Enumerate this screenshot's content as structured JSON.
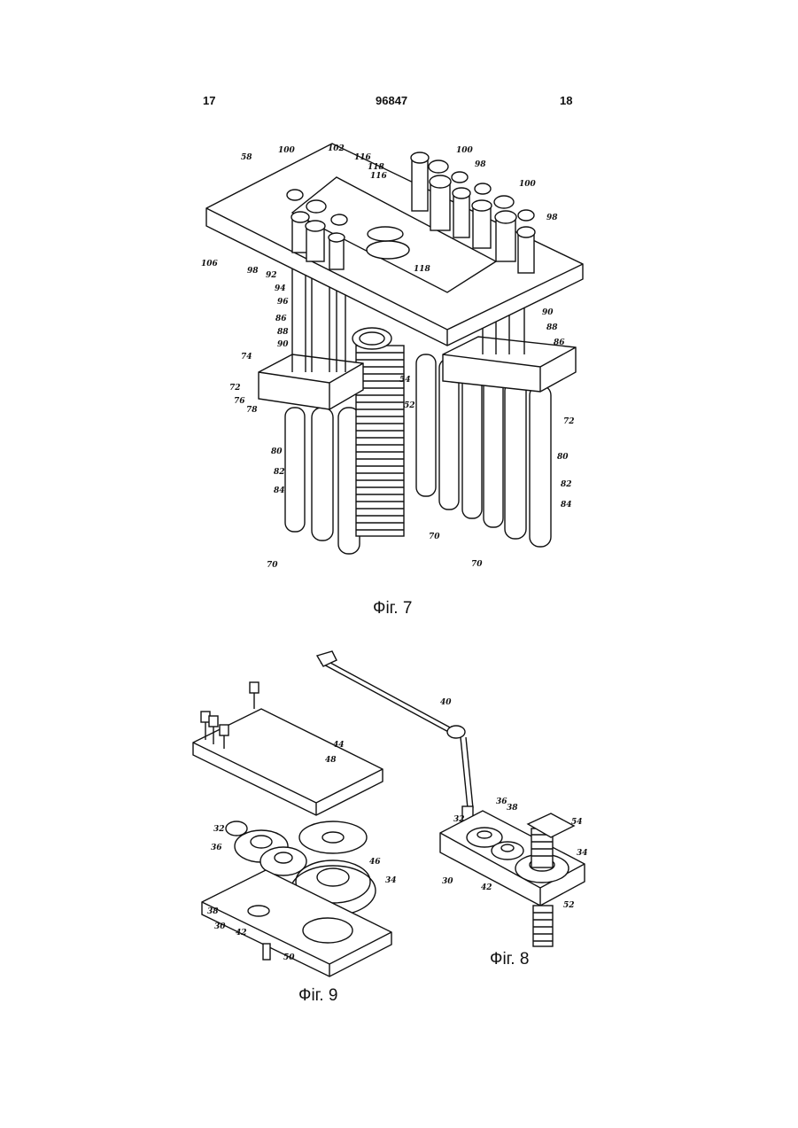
{
  "header": {
    "page_left": "17",
    "patent_number": "96847",
    "page_right": "18"
  },
  "figures": {
    "fig7": {
      "caption": "Фіг. 7",
      "labels": [
        "58",
        "100",
        "102",
        "116",
        "118",
        "116",
        "100",
        "98",
        "100",
        "98",
        "106",
        "98",
        "92",
        "94",
        "96",
        "118",
        "90",
        "86",
        "88",
        "90",
        "74",
        "72",
        "76",
        "78",
        "54",
        "52",
        "88",
        "86",
        "72",
        "80",
        "82",
        "84",
        "80",
        "82",
        "84",
        "70",
        "70",
        "70"
      ]
    },
    "fig8": {
      "caption": "Фіг. 8",
      "labels": [
        "40",
        "36",
        "38",
        "32",
        "54",
        "34",
        "30",
        "42",
        "52"
      ]
    },
    "fig9": {
      "caption": "Фіг. 9",
      "labels": [
        "44",
        "48",
        "32",
        "36",
        "46",
        "34",
        "38",
        "30",
        "42",
        "50"
      ]
    }
  }
}
